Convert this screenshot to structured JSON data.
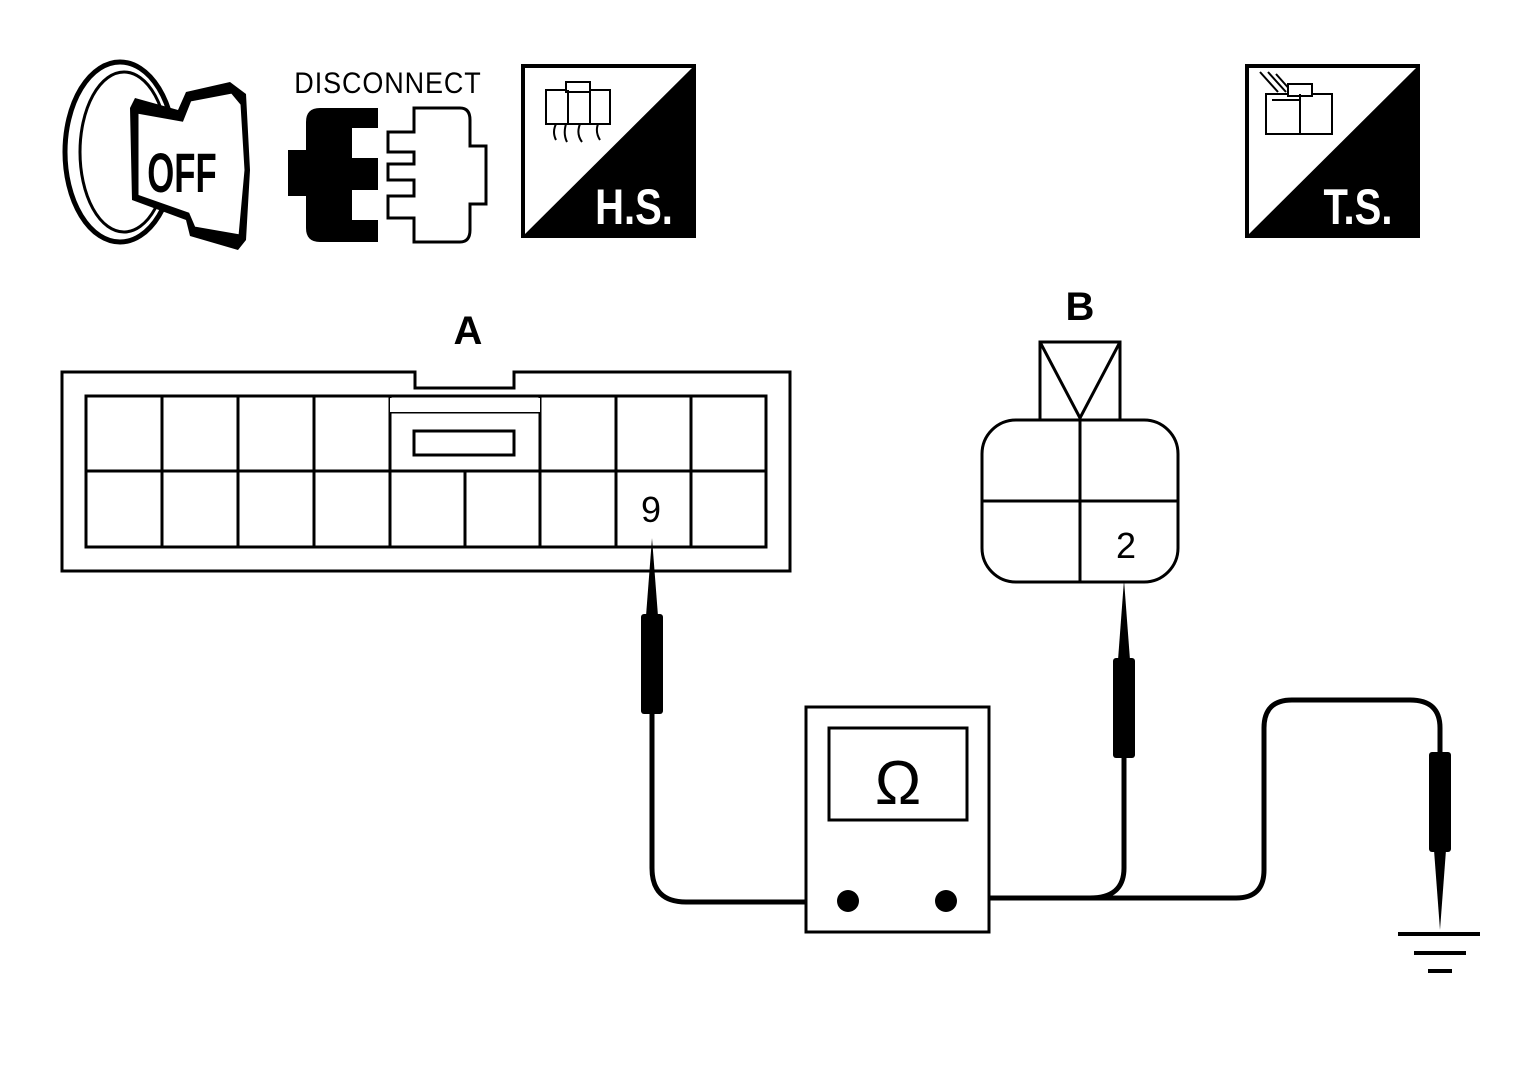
{
  "icons": {
    "ignition": {
      "label": "OFF",
      "icon": "ignition-key-off-icon"
    },
    "disconnect": {
      "label": "DISCONNECT",
      "icon": "connector-disconnect-icon"
    },
    "harness_side": {
      "label": "H.S.",
      "icon": "harness-side-connector-icon"
    },
    "terminal_side": {
      "label": "T.S.",
      "icon": "terminal-side-connector-icon"
    }
  },
  "connector_a": {
    "label": "A",
    "terminal": "9"
  },
  "connector_b": {
    "label": "B",
    "terminal": "2"
  },
  "ohmmeter": {
    "symbol": "Ω",
    "icon": "ohmmeter-icon"
  },
  "ground": {
    "icon": "ground-symbol-icon"
  },
  "colors": {
    "ink": "#000000",
    "paper": "#ffffff"
  }
}
